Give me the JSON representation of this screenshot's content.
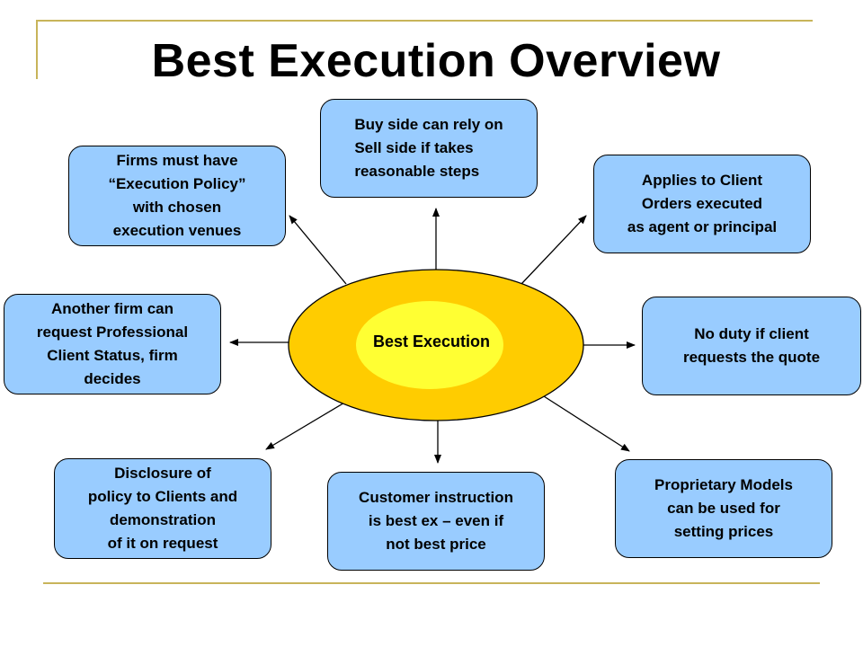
{
  "title": "Best Execution Overview",
  "center": {
    "label": "Best Execution"
  },
  "nodes": {
    "top": "Buy side can rely on\nSell side if takes\nreasonable steps",
    "top_left": "Firms must have\n“Execution Policy”\nwith chosen\nexecution venues",
    "top_right": "Applies to Client\nOrders executed\nas agent or principal",
    "left": "Another firm can\nrequest Professional\nClient Status, firm\ndecides",
    "right": "No duty if client\nrequests the quote",
    "bottom_left": "Disclosure of\npolicy to Clients and\ndemonstration\nof it on request",
    "bottom": "Customer instruction\nis best ex – even if\nnot best price",
    "bottom_right": "Proprietary Models\ncan be used for\nsetting prices"
  },
  "colors": {
    "box_fill": "#99ccff",
    "ellipse_outer": "#ffcc00",
    "ellipse_inner": "#ffff33",
    "frame_line": "#c8b45a"
  }
}
